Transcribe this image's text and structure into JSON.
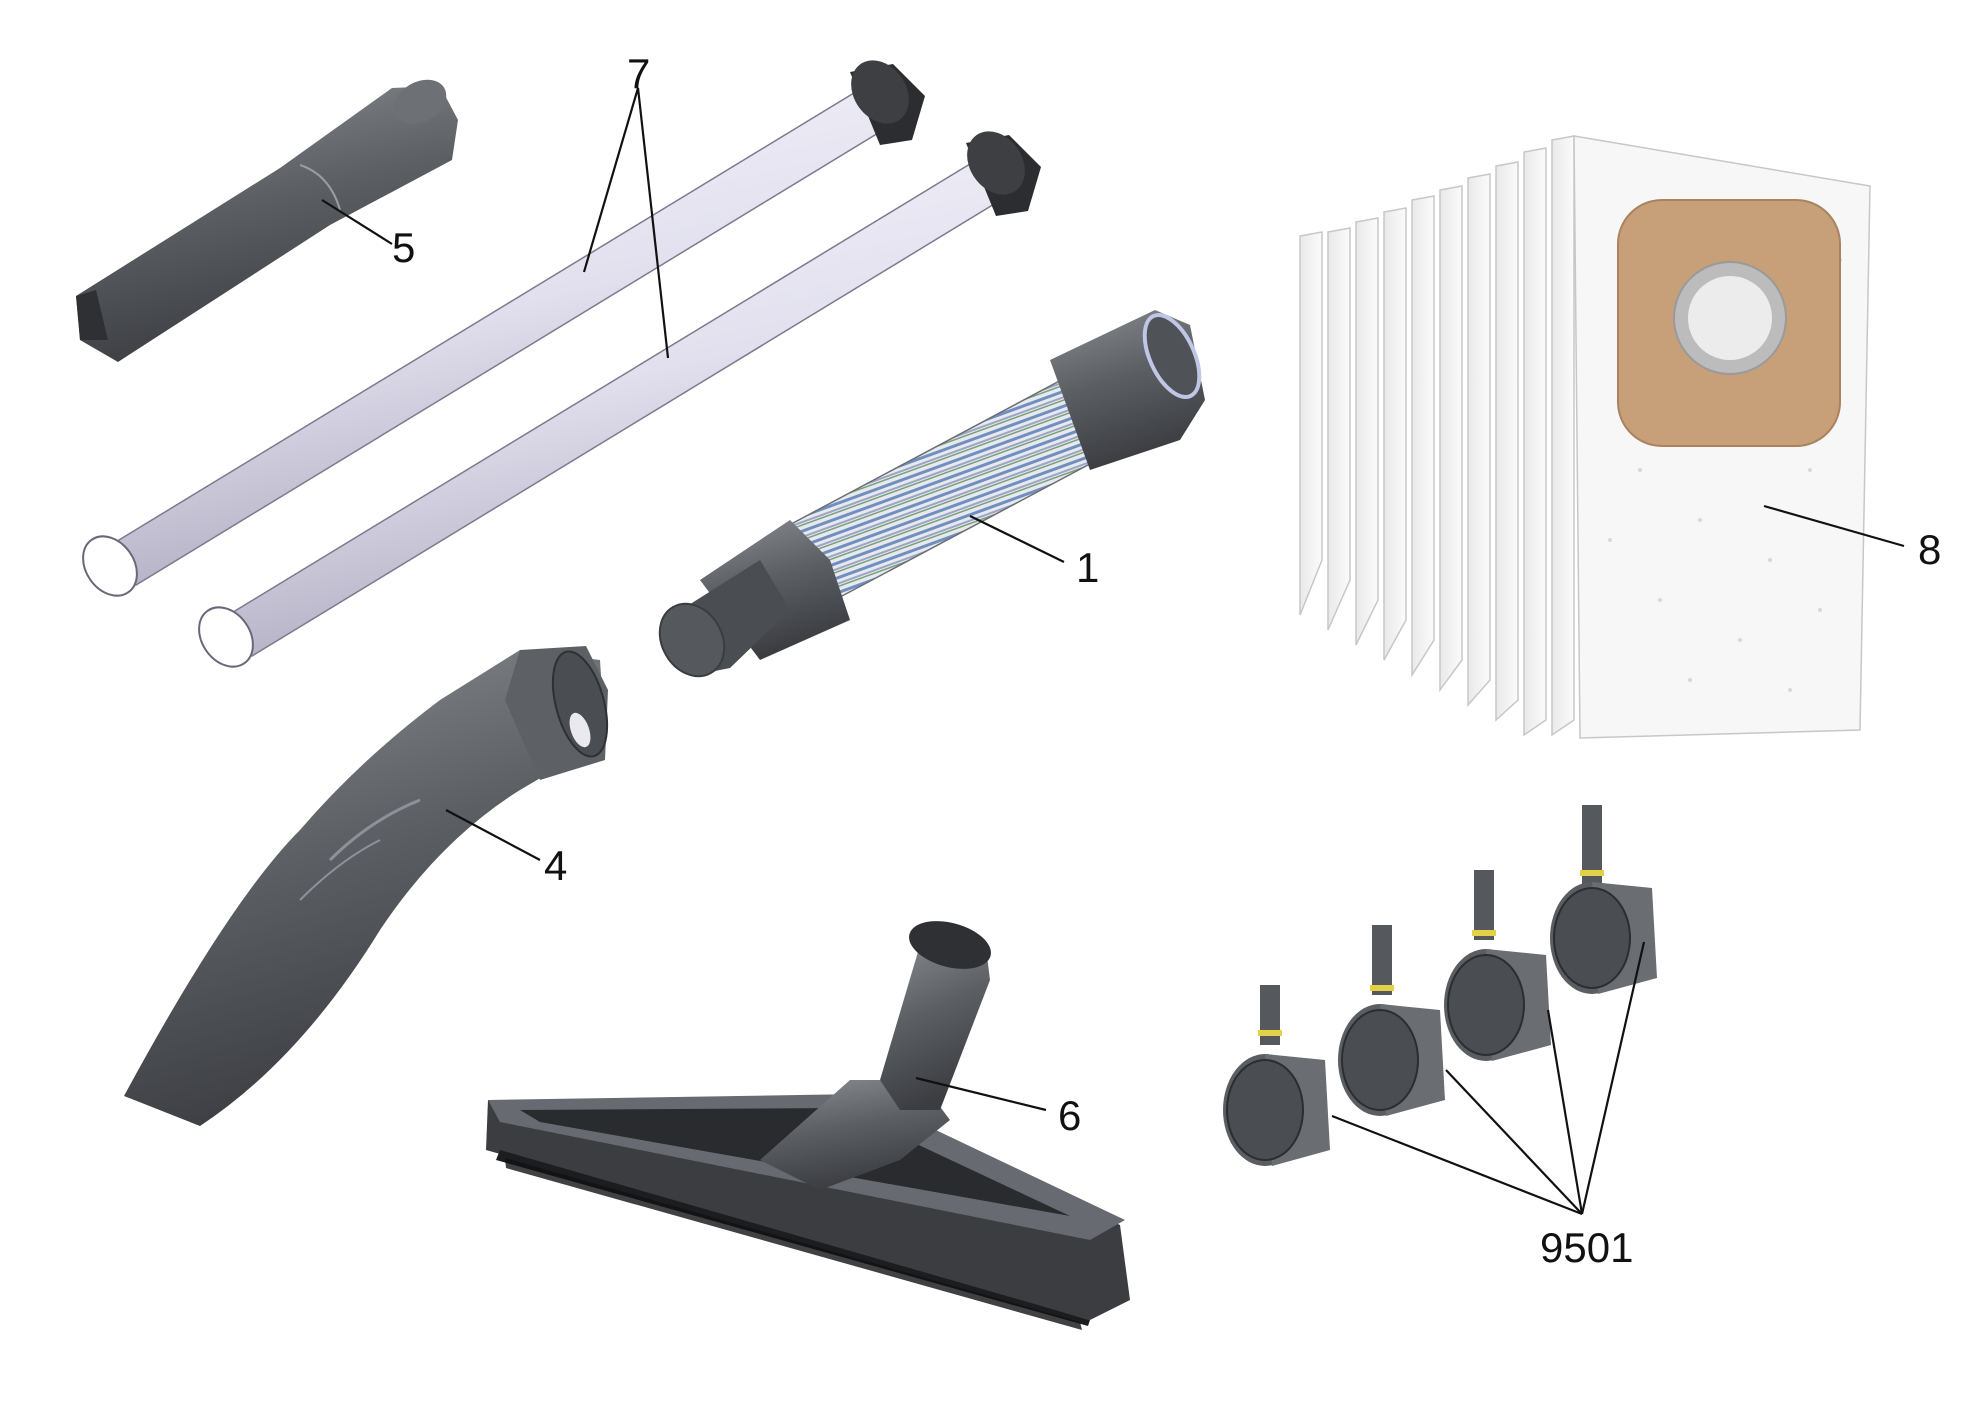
{
  "callouts": {
    "item_7": "7",
    "item_5": "5",
    "item_1": "1",
    "item_8": "8",
    "item_4": "4",
    "item_6": "6",
    "item_9501": "9501"
  },
  "colors": {
    "dark_plastic": "#55585c",
    "tube_light": "#eeeef8",
    "tube_shade": "#b8b6c8",
    "bag_white": "#f6f6f6",
    "bag_cardboard": "#c9a27a",
    "hose_stripe": "#5a7fb0",
    "line": "#111111"
  },
  "parts": [
    {
      "id": "hose",
      "icon": "flexible-hose"
    },
    {
      "id": "elbow",
      "icon": "curved-elbow-pipe"
    },
    {
      "id": "crevice_nozzle",
      "icon": "crevice-nozzle"
    },
    {
      "id": "floor_nozzle",
      "icon": "floor-brush-nozzle"
    },
    {
      "id": "suction_tubes",
      "icon": "straight-tubes"
    },
    {
      "id": "filter_bags",
      "icon": "filter-bag-stack"
    },
    {
      "id": "castors",
      "icon": "castor-wheels"
    }
  ]
}
